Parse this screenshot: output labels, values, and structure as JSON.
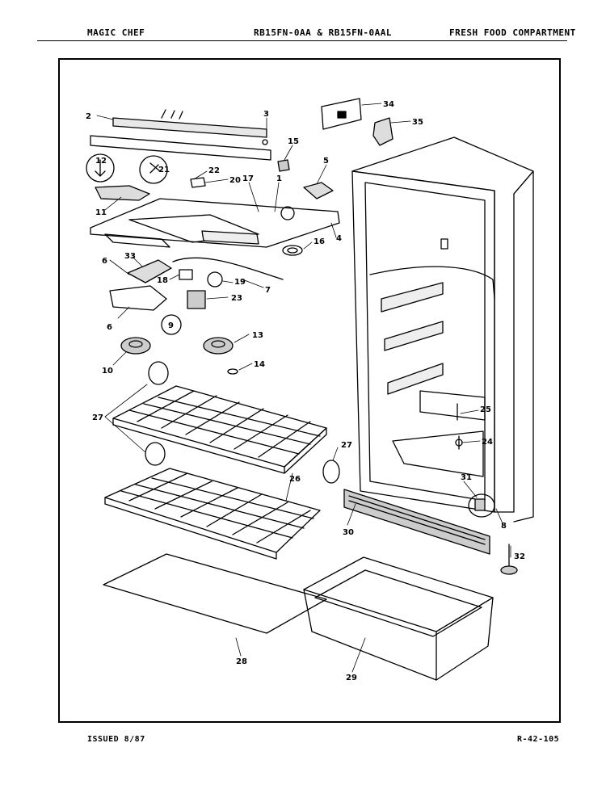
{
  "header": {
    "brand": "MAGIC CHEF",
    "model": "RB15FN-0AA & RB15FN-0AAL",
    "section": "FRESH FOOD COMPARTMENT"
  },
  "footer": {
    "issued": "ISSUED 8/87",
    "code": "R-42-105"
  },
  "callouts": {
    "c2": "2",
    "c3": "3",
    "c34": "34",
    "c35": "35",
    "c15": "15",
    "c5": "5",
    "c12": "12",
    "c21": "21",
    "c22": "22",
    "c20": "20",
    "c17": "17",
    "c1": "1",
    "c11": "11",
    "c16": "16",
    "c4": "4",
    "c6a": "6",
    "c33": "33",
    "c18": "18",
    "c19": "19",
    "c7": "7",
    "c23": "23",
    "c6b": "6",
    "c9": "9",
    "c13": "13",
    "c10": "10",
    "c14": "14",
    "c27a": "27",
    "c27b": "27",
    "c26": "26",
    "c25": "25",
    "c24": "24",
    "c31": "31",
    "c30": "30",
    "c8": "8",
    "c32": "32",
    "c28": "28",
    "c29": "29"
  }
}
